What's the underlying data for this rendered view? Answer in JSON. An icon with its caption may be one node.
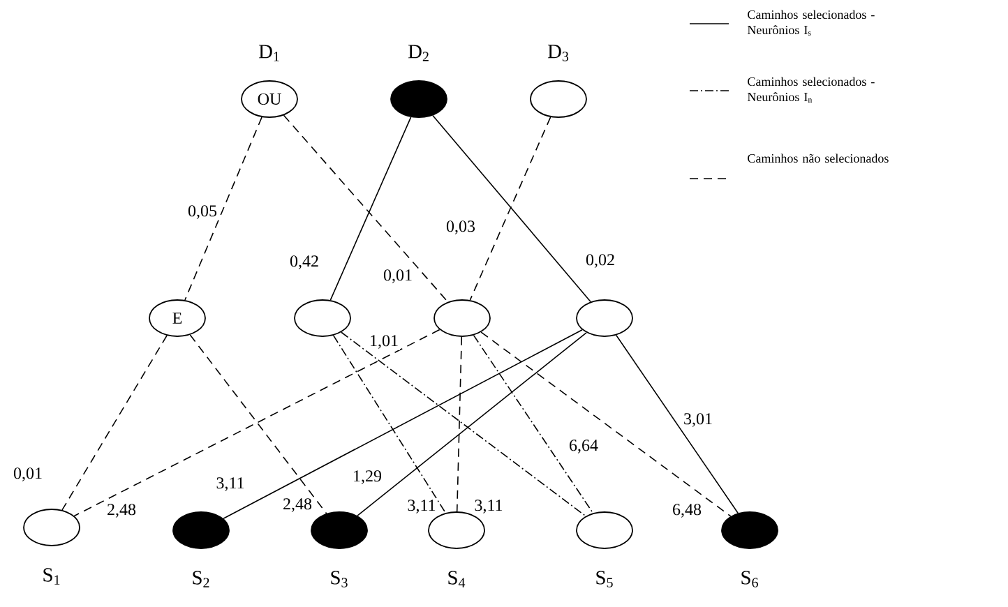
{
  "diagram": {
    "nodes": [
      {
        "text": [
          "OU"
        ],
        "beside": [
          "D$_{1}$"
        ]
      },
      {
        "text": [],
        "shape": "dot",
        "beside": [
          "D$_{2}$"
        ]
      },
      {
        "text": [],
        "shape": "circle",
        "beside": [
          "D$_{3}$"
        ]
      },
      {
        "text": [
          "E"
        ]
      },
      {
        "text": [],
        "shape": "circle"
      },
      {
        "text": [],
        "shape": "circle"
      },
      {
        "text": [],
        "shape": "circle"
      },
      {
        "text": [],
        "shape": "circle",
        "beside": [
          "S$_{1}$"
        ]
      },
      {
        "text": [],
        "shape": "dot",
        "beside": [
          "S$_{2}$"
        ]
      },
      {
        "text": [],
        "shape": "dot",
        "beside": [
          "S$_{3}$"
        ]
      },
      {
        "text": [],
        "shape": "circle",
        "beside": [
          "S$_{4}$"
        ]
      },
      {
        "text": [],
        "shape": "circle",
        "beside": [
          "S$_{5}$"
        ]
      },
      {
        "text": [],
        "shape": "dot",
        "beside": [
          "S$_{6}$"
        ]
      }
    ],
    "edges": [
      {
        "from": 0,
        "to": 3,
        "arrow": "none",
        "label": "0,05",
        "style": "dashed"
      },
      {
        "from": 0,
        "to": 5,
        "arrow": "none",
        "label": "0,01",
        "style": "dashed"
      },
      {
        "from": 1,
        "to": 4,
        "arrow": "none",
        "label": "0,42"
      },
      {
        "from": 1,
        "to": 6,
        "arrow": "none",
        "label": "0,02"
      },
      {
        "from": 2,
        "to": 5,
        "arrow": "none",
        "label": "0,03",
        "style": "dashed"
      },
      {
        "from": 3,
        "to": 7,
        "arrow": "none",
        "label": "0,01",
        "style": "dashed"
      },
      {
        "from": 3,
        "to": 9,
        "arrow": "none",
        "label": "2,48",
        "style": "dashed"
      },
      {
        "from": 5,
        "to": 7,
        "arrow": "none",
        "label": "2,48",
        "style": "dashed"
      },
      {
        "from": 6,
        "to": 8,
        "arrow": "none",
        "label": "3,11"
      },
      {
        "from": 6,
        "to": 9,
        "arrow": "none",
        "label": "1,29"
      },
      {
        "from": 4,
        "to": 10,
        "arrow": "none",
        "label": "3,11",
        "style": "dashed"
      },
      {
        "from": 5,
        "to": 10,
        "arrow": "none",
        "label": "3,11",
        "style": "dashed"
      },
      {
        "from": 4,
        "to": 11,
        "arrow": "none",
        "label": "1,01",
        "style": "dashed"
      },
      {
        "from": 5,
        "to": 11,
        "arrow": "none",
        "label": "6,64",
        "style": "dashed"
      },
      {
        "from": 5,
        "to": 12,
        "arrow": "none",
        "label": "6,48",
        "style": "dashed"
      },
      {
        "from": 6,
        "to": 12,
        "arrow": "none",
        "label": "3,01"
      }
    ],
    "legend": [
      {
        "text": "Caminhos selecionados - Neurônios I$_{s}$"
      },
      {
        "text": "Caminhos selecionados - Neurônios I$_{n}$"
      },
      {
        "text": "Caminhos não selecionados"
      }
    ]
  }
}
